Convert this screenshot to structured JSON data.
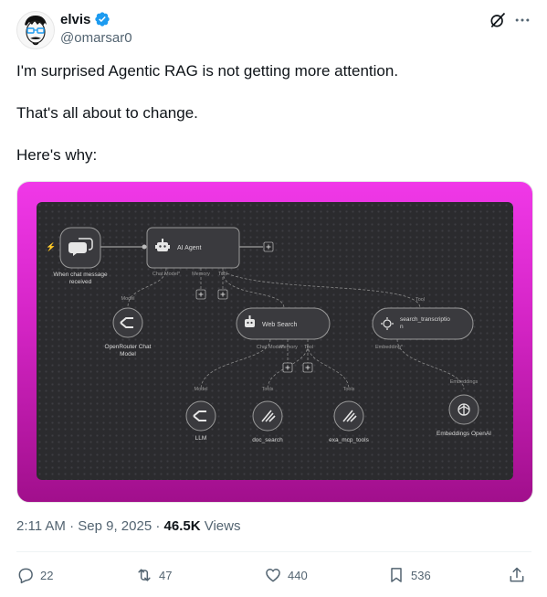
{
  "author": {
    "name": "elvis",
    "handle": "@omarsar0",
    "verified": true,
    "avatar_icon": "sketch-face-avatar"
  },
  "tweet": {
    "lines": [
      "I'm surprised Agentic RAG is not getting more attention.",
      "That's all about to change.",
      "Here's why:"
    ]
  },
  "workflow": {
    "trigger_label": "When chat message received",
    "agent_label": "AI Agent",
    "agent_ports": {
      "chat_model": "Chat Model*",
      "memory": "Memory",
      "tool": "Tool"
    },
    "openrouter_label": "OpenRouter Chat Model",
    "openrouter_port": "Model",
    "web_search_label": "Web Search",
    "web_search_ports": {
      "chat_model": "Chat Model*",
      "memory": "Memory",
      "tool": "Tool"
    },
    "web_search_tool_port": "Tool",
    "search_transcription_label": "search_transcription",
    "search_transcription_port": "Embedding*",
    "llm_label": "LLM",
    "llm_port": "Model",
    "doc_search_label": "doc_search",
    "doc_search_port": "Tools",
    "exa_label": "exa_mcp_tools",
    "exa_port": "Tools",
    "embeddings_label": "Embeddings OpenAI",
    "embeddings_port": "Embeddings"
  },
  "meta": {
    "time": "2:11 AM",
    "sep": "·",
    "date": "Sep 9, 2025",
    "views_count": "46.5K",
    "views_label": "Views"
  },
  "actions": {
    "replies": "22",
    "reposts": "47",
    "likes": "440",
    "bookmarks": "536"
  },
  "colors": {
    "verified": "#1d9bf0",
    "muted": "#536471",
    "media_magenta": "#e42fd8",
    "canvas": "#2b2b2e"
  }
}
